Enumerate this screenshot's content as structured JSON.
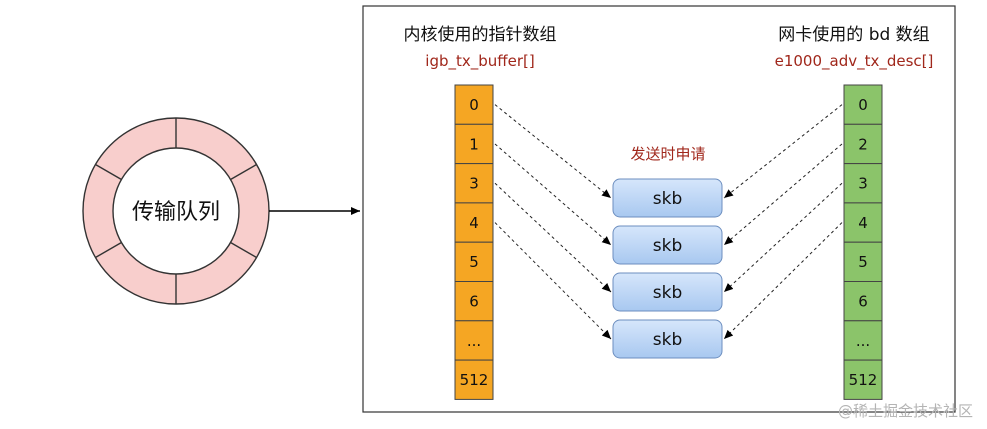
{
  "queue": {
    "label": "传输队列"
  },
  "left_array": {
    "title": "内核使用的指针数组",
    "subtitle": "igb_tx_buffer[]",
    "cells": [
      "0",
      "1",
      "3",
      "4",
      "5",
      "6",
      "...",
      "512"
    ],
    "color": "#f5a623"
  },
  "right_array": {
    "title": "网卡使用的 bd 数组",
    "subtitle": "e1000_adv_tx_desc[]",
    "cells": [
      "0",
      "2",
      "3",
      "4",
      "5",
      "6",
      "...",
      "512"
    ],
    "color": "#8bc46a"
  },
  "center": {
    "label": "发送时申请",
    "skb_boxes": [
      "skb",
      "skb",
      "skb",
      "skb"
    ]
  },
  "colors": {
    "ring": "#f8cecc",
    "skb": "#b7d3f4",
    "title_red": "#a0271b"
  },
  "watermark": "@稀土掘金技术社区"
}
